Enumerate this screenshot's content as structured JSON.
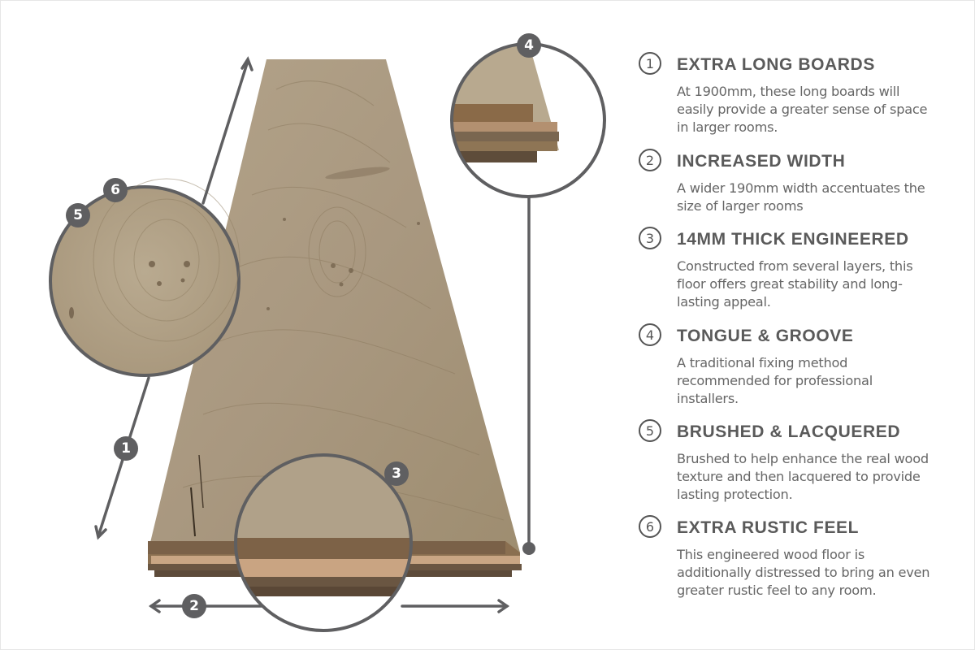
{
  "features": [
    {
      "number": "1",
      "title": "EXTRA LONG BOARDS",
      "description": "At 1900mm, these long boards will easily provide a greater sense of space in larger rooms."
    },
    {
      "number": "2",
      "title": "INCREASED WIDTH",
      "description": "A wider 190mm width accentuates the size of larger rooms"
    },
    {
      "number": "3",
      "title": "14MM THICK ENGINEERED",
      "description": "Constructed from several layers, this floor offers great stability and long-lasting appeal."
    },
    {
      "number": "4",
      "title": "TONGUE & GROOVE",
      "description": "A traditional fixing method recommended for professional installers."
    },
    {
      "number": "5",
      "title": "BRUSHED & LACQUERED",
      "description": "Brushed to help enhance the real wood texture and then lacquered to provide lasting protection."
    },
    {
      "number": "6",
      "title": "EXTRA RUSTIC FEEL",
      "description": "This engineered wood floor is additionally distressed to bring an even greater rustic feel to any room."
    }
  ],
  "diagram": {
    "badges": {
      "length": "1",
      "width": "2",
      "thickness": "3",
      "tongue_groove": "4",
      "brushed": "5",
      "rustic": "6"
    }
  },
  "colors": {
    "accent_gray": "#5f5f61",
    "wood_light": "#b5a58a",
    "wood_dark": "#8a7558",
    "text": "#5a5a5a"
  }
}
